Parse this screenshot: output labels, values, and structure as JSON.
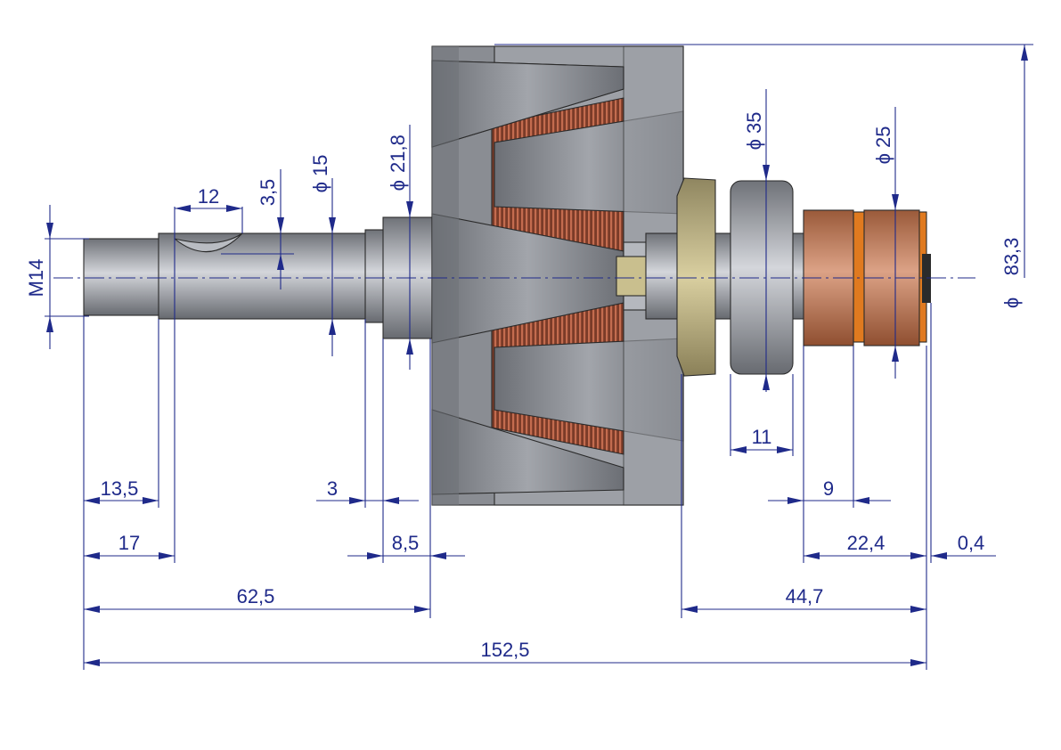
{
  "colors": {
    "dimension": "#1f2a8a",
    "steel": "#a9acb3",
    "claw_pole": "#7d8087",
    "winding": "#a4563d",
    "fan_plate": "#cbc08e",
    "slip_ring_copper": "#c9724c",
    "insulator": "#e07a1f"
  },
  "dimensions": {
    "thread": "M14",
    "dia_15": "15",
    "dia_21_8": "21,8",
    "dia_35": "35",
    "dia_25": "25",
    "dia_83_3": "83,3",
    "keyway_length": "12",
    "keyway_depth": "3,5",
    "d_13_5": "13,5",
    "d_17": "17",
    "d_3": "3",
    "d_8_5": "8,5",
    "d_62_5": "62,5",
    "d_11": "11",
    "d_9": "9",
    "d_22_4": "22,4",
    "d_0_4": "0,4",
    "d_44_7": "44,7",
    "d_152_5": "152,5"
  },
  "symbols": {
    "diameter": "ϕ"
  }
}
